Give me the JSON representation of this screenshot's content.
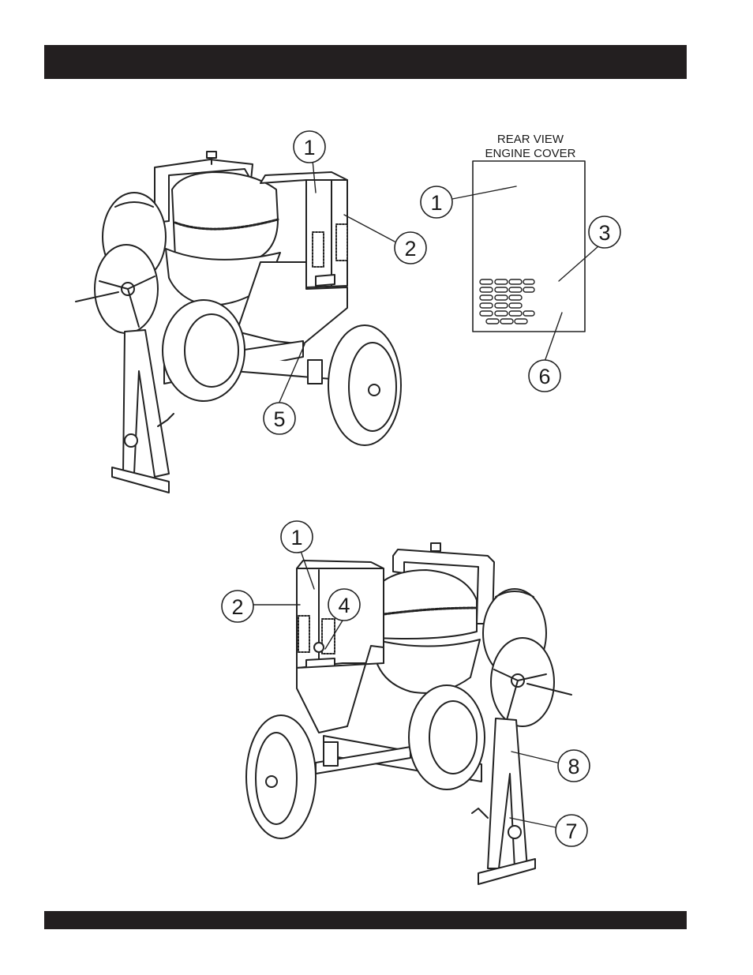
{
  "rear_view": {
    "title_line1": "REAR VIEW",
    "title_line2": "ENGINE COVER"
  },
  "callouts": {
    "top_1": "1",
    "top_2": "2",
    "top_5": "5",
    "rear_1": "1",
    "rear_3": "3",
    "rear_6": "6",
    "bottom_1": "1",
    "bottom_2": "2",
    "bottom_4": "4",
    "bottom_8": "8",
    "bottom_7": "7"
  }
}
